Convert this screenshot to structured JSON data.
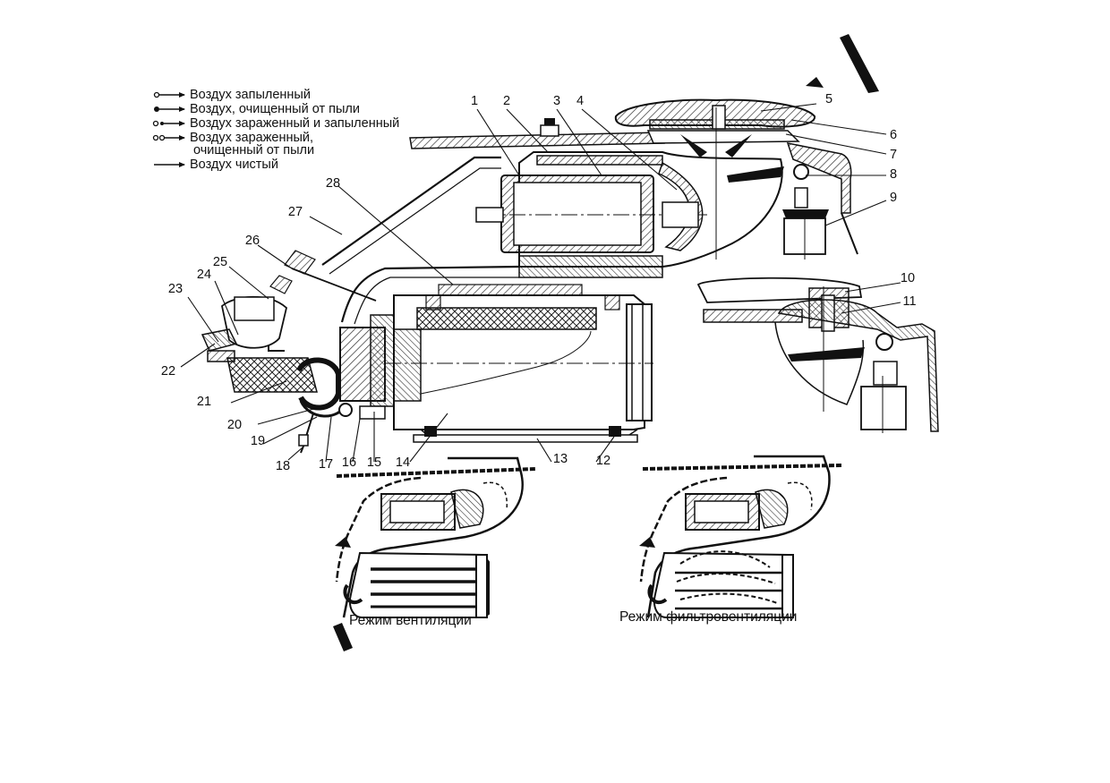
{
  "legend": [
    {
      "marker": "arrow-open-dot",
      "text": "Воздух запыленный"
    },
    {
      "marker": "arrow-filled-dot",
      "text": "Воздух, очищенный от пыли"
    },
    {
      "marker": "arrow-two-circles-one",
      "text": "Воздух зараженный и запыленный"
    },
    {
      "marker": "arrow-two-circles",
      "text": "Воздух зараженный,",
      "text2": "очищенный от пыли"
    },
    {
      "marker": "arrow-plain",
      "text": "Воздух чистый"
    }
  ],
  "callouts": [
    "1",
    "2",
    "3",
    "4",
    "5",
    "6",
    "7",
    "8",
    "9",
    "10",
    "11",
    "12",
    "13",
    "14",
    "15",
    "16",
    "17",
    "18",
    "19",
    "20",
    "21",
    "22",
    "23",
    "24",
    "25",
    "26",
    "27",
    "28"
  ],
  "modes": {
    "ventilation": "Режим вентиляции",
    "filter_ventilation": "Режим фильтровентиляции"
  },
  "colors": {
    "ink": "#111111",
    "hatch": "#333333",
    "paper": "#ffffff"
  }
}
